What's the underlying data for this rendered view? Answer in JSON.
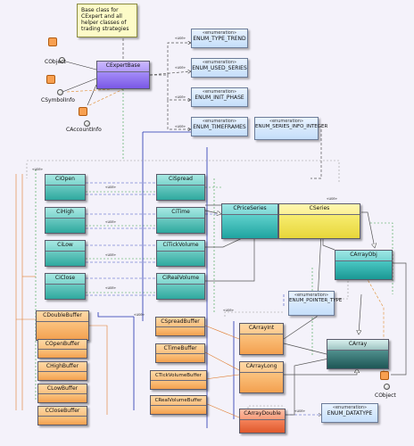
{
  "note": {
    "text": "Base class for CExpert and all helper classes of trading strategies"
  },
  "stereo": {
    "enumeration": "«enumeration»",
    "use": "«use»"
  },
  "lollipops": {
    "cobject_top": "CObject",
    "csymbolinfo": "CSymbolInfo",
    "caccountinfo": "CAccountInfo",
    "cobject_right": "CObject"
  },
  "classes": {
    "cexpertbase": "CExpertBase",
    "ciopen": "CiOpen",
    "cihigh": "CiHigh",
    "cilow": "CiLow",
    "ciclose": "CiClose",
    "cispread": "CiSpread",
    "citime": "CiTime",
    "citickvolume": "CiTickVolume",
    "cirealvolume": "CiRealVolume",
    "cpriceseries": "CPriceSeries",
    "cseries": "CSeries",
    "carrayobj": "CArrayObj",
    "carray": "CArray",
    "cdoublebuffer": "CDoubleBuffer",
    "copenbuffer": "COpenBuffer",
    "chighbuffer": "CHighBuffer",
    "clowbuffer": "CLowBuffer",
    "cclosebuffer": "CCloseBuffer",
    "cspreadbuffer": "CSpreadBuffer",
    "ctimebuffer": "CTimeBuffer",
    "ctickvolumebuffer": "CTickVolumeBuffer",
    "crealvolumebuffer": "CRealVolumeBuffer",
    "carrayint": "CArrayInt",
    "carraylong": "CArrayLong",
    "carraydouble": "CArrayDouble"
  },
  "enums": {
    "trend": "ENUM_TYPE_TREND",
    "used_series": "ENUM_USED_SERIES",
    "init_phase": "ENUM_INIT_PHASE",
    "timeframes": "ENUM_TIMEFRAMES",
    "series_info": "ENUM_SERIES_INFO_INTEGER",
    "pointer_type": "ENUM_POINTER_TYPE",
    "datatype": "ENUM_DATATYPE"
  }
}
